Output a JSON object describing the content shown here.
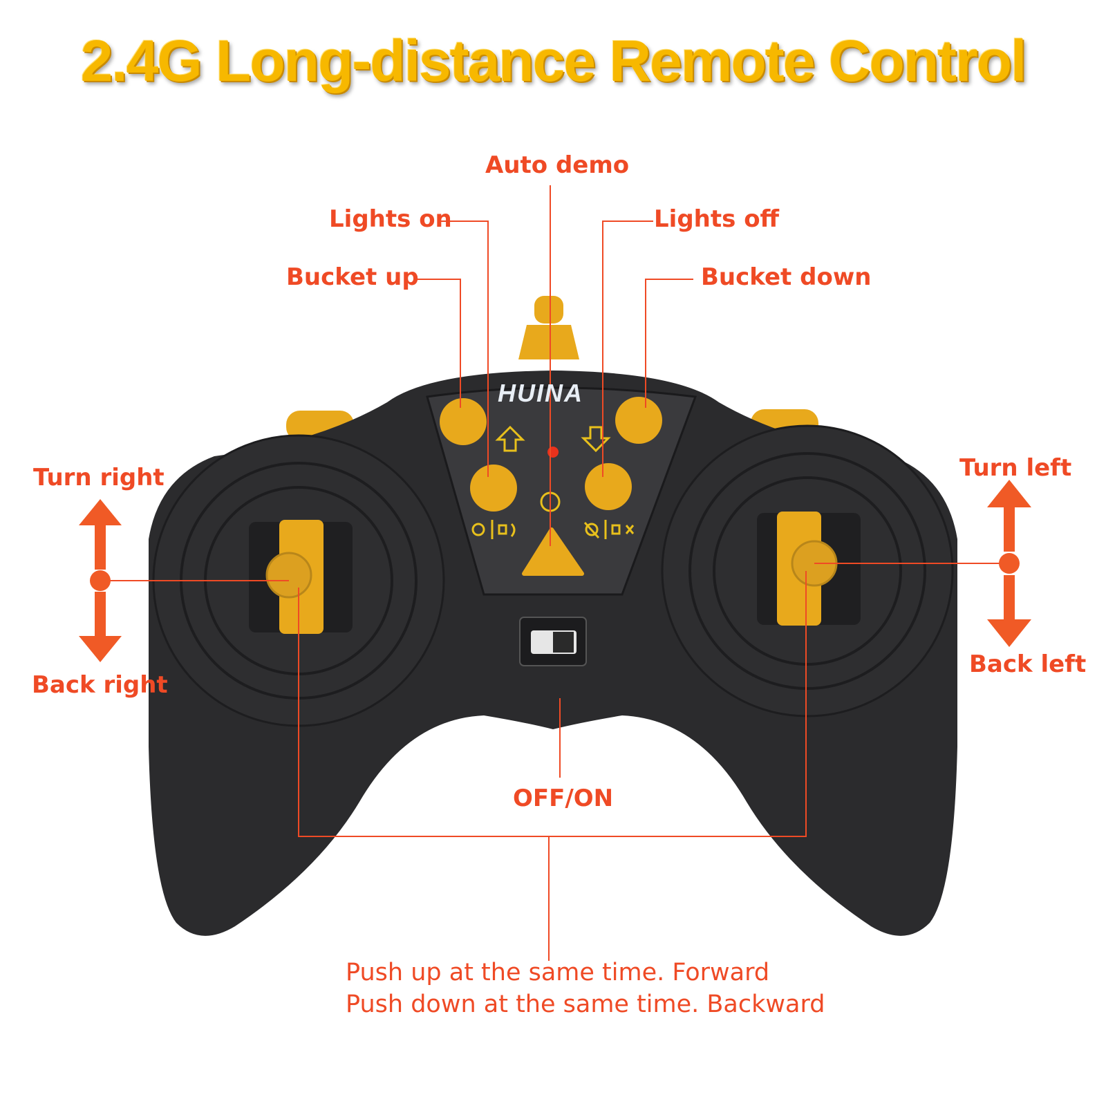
{
  "title": "2.4G Long-distance Remote Control",
  "brand": "HUINA",
  "labels": {
    "auto_demo": "Auto demo",
    "lights_on": "Lights on",
    "lights_off": "Lights off",
    "bucket_up": "Bucket up",
    "bucket_down": "Bucket down",
    "turn_right": "Turn right",
    "back_right": "Back right",
    "turn_left": "Turn left",
    "back_left": "Back left",
    "off_on": "OFF/ON"
  },
  "note": {
    "line1": "Push up at the same time. Forward",
    "line2": "Push down at the same time. Backward"
  },
  "colors": {
    "accent": "#ef4a25",
    "button_yellow": "#e8a91c",
    "body": "#2b2b2d",
    "title_yellow": "#f7b800"
  }
}
